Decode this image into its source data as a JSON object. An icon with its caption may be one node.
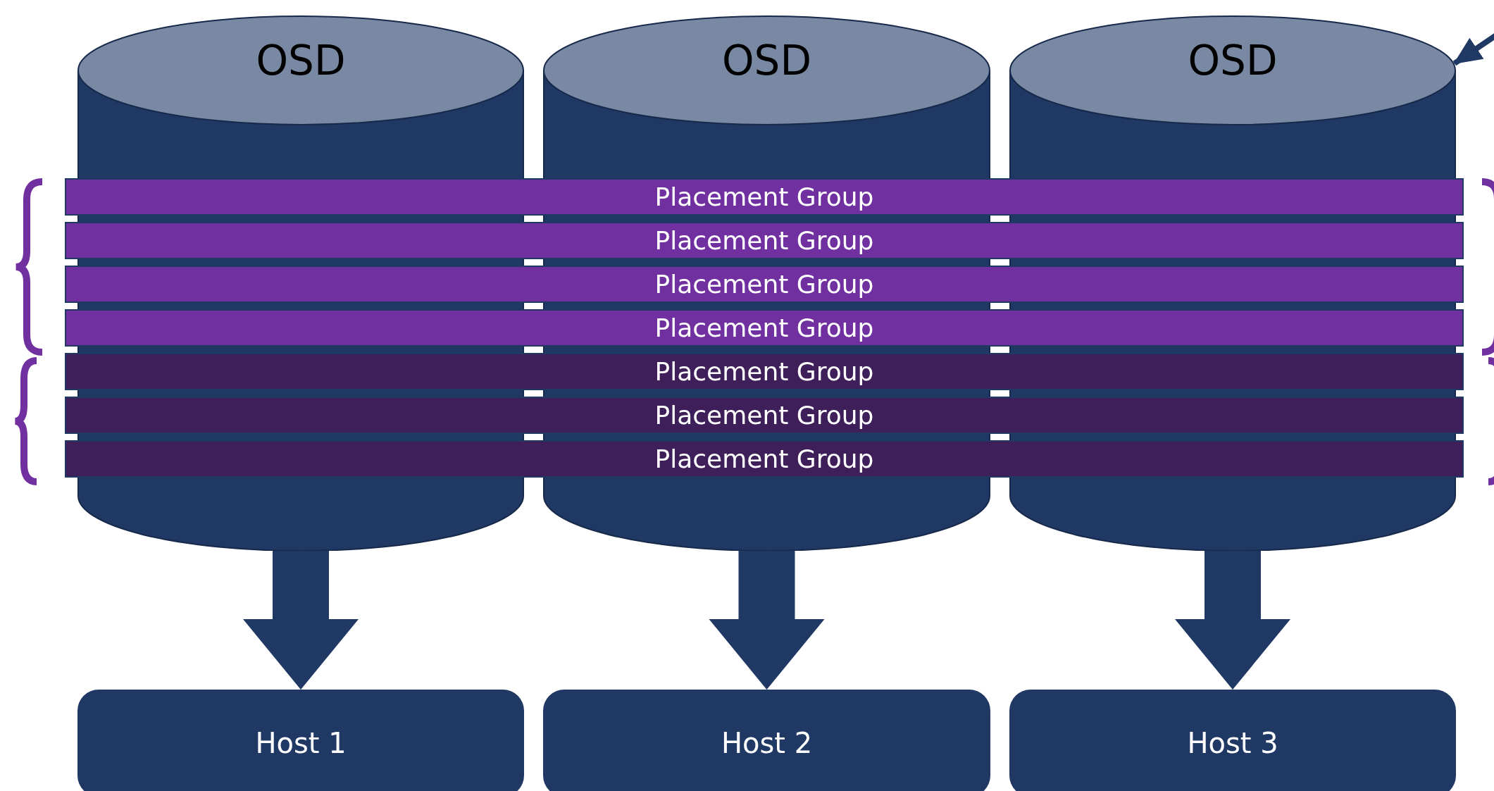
{
  "diagram": {
    "nodes": [
      {
        "text": [
          "OSD"
        ]
      },
      {
        "text": [
          "OSD"
        ]
      },
      {
        "text": [
          "OSD"
        ]
      },
      {
        "text": [
          "Placement Group"
        ]
      },
      {
        "text": [
          "Placement Group"
        ]
      },
      {
        "text": [
          "Placement Group"
        ]
      },
      {
        "text": [
          "Placement Group"
        ]
      },
      {
        "text": [
          "Placement Group"
        ]
      },
      {
        "text": [
          "Placement Group"
        ]
      },
      {
        "text": [
          "Placement Group"
        ]
      },
      {
        "text": [
          "Host 1"
        ]
      },
      {
        "text": [
          "Host 2"
        ]
      },
      {
        "text": [
          "Host 3"
        ]
      }
    ],
    "edges": [
      {
        "from": 0,
        "to": 10,
        "arrow": "to",
        "style": "thick"
      },
      {
        "from": 1,
        "to": 11,
        "arrow": "to",
        "style": "thick"
      },
      {
        "from": 2,
        "to": 12,
        "arrow": "to",
        "style": "thick"
      },
      {
        "from": null,
        "to": 2,
        "arrow": "to"
      }
    ]
  }
}
